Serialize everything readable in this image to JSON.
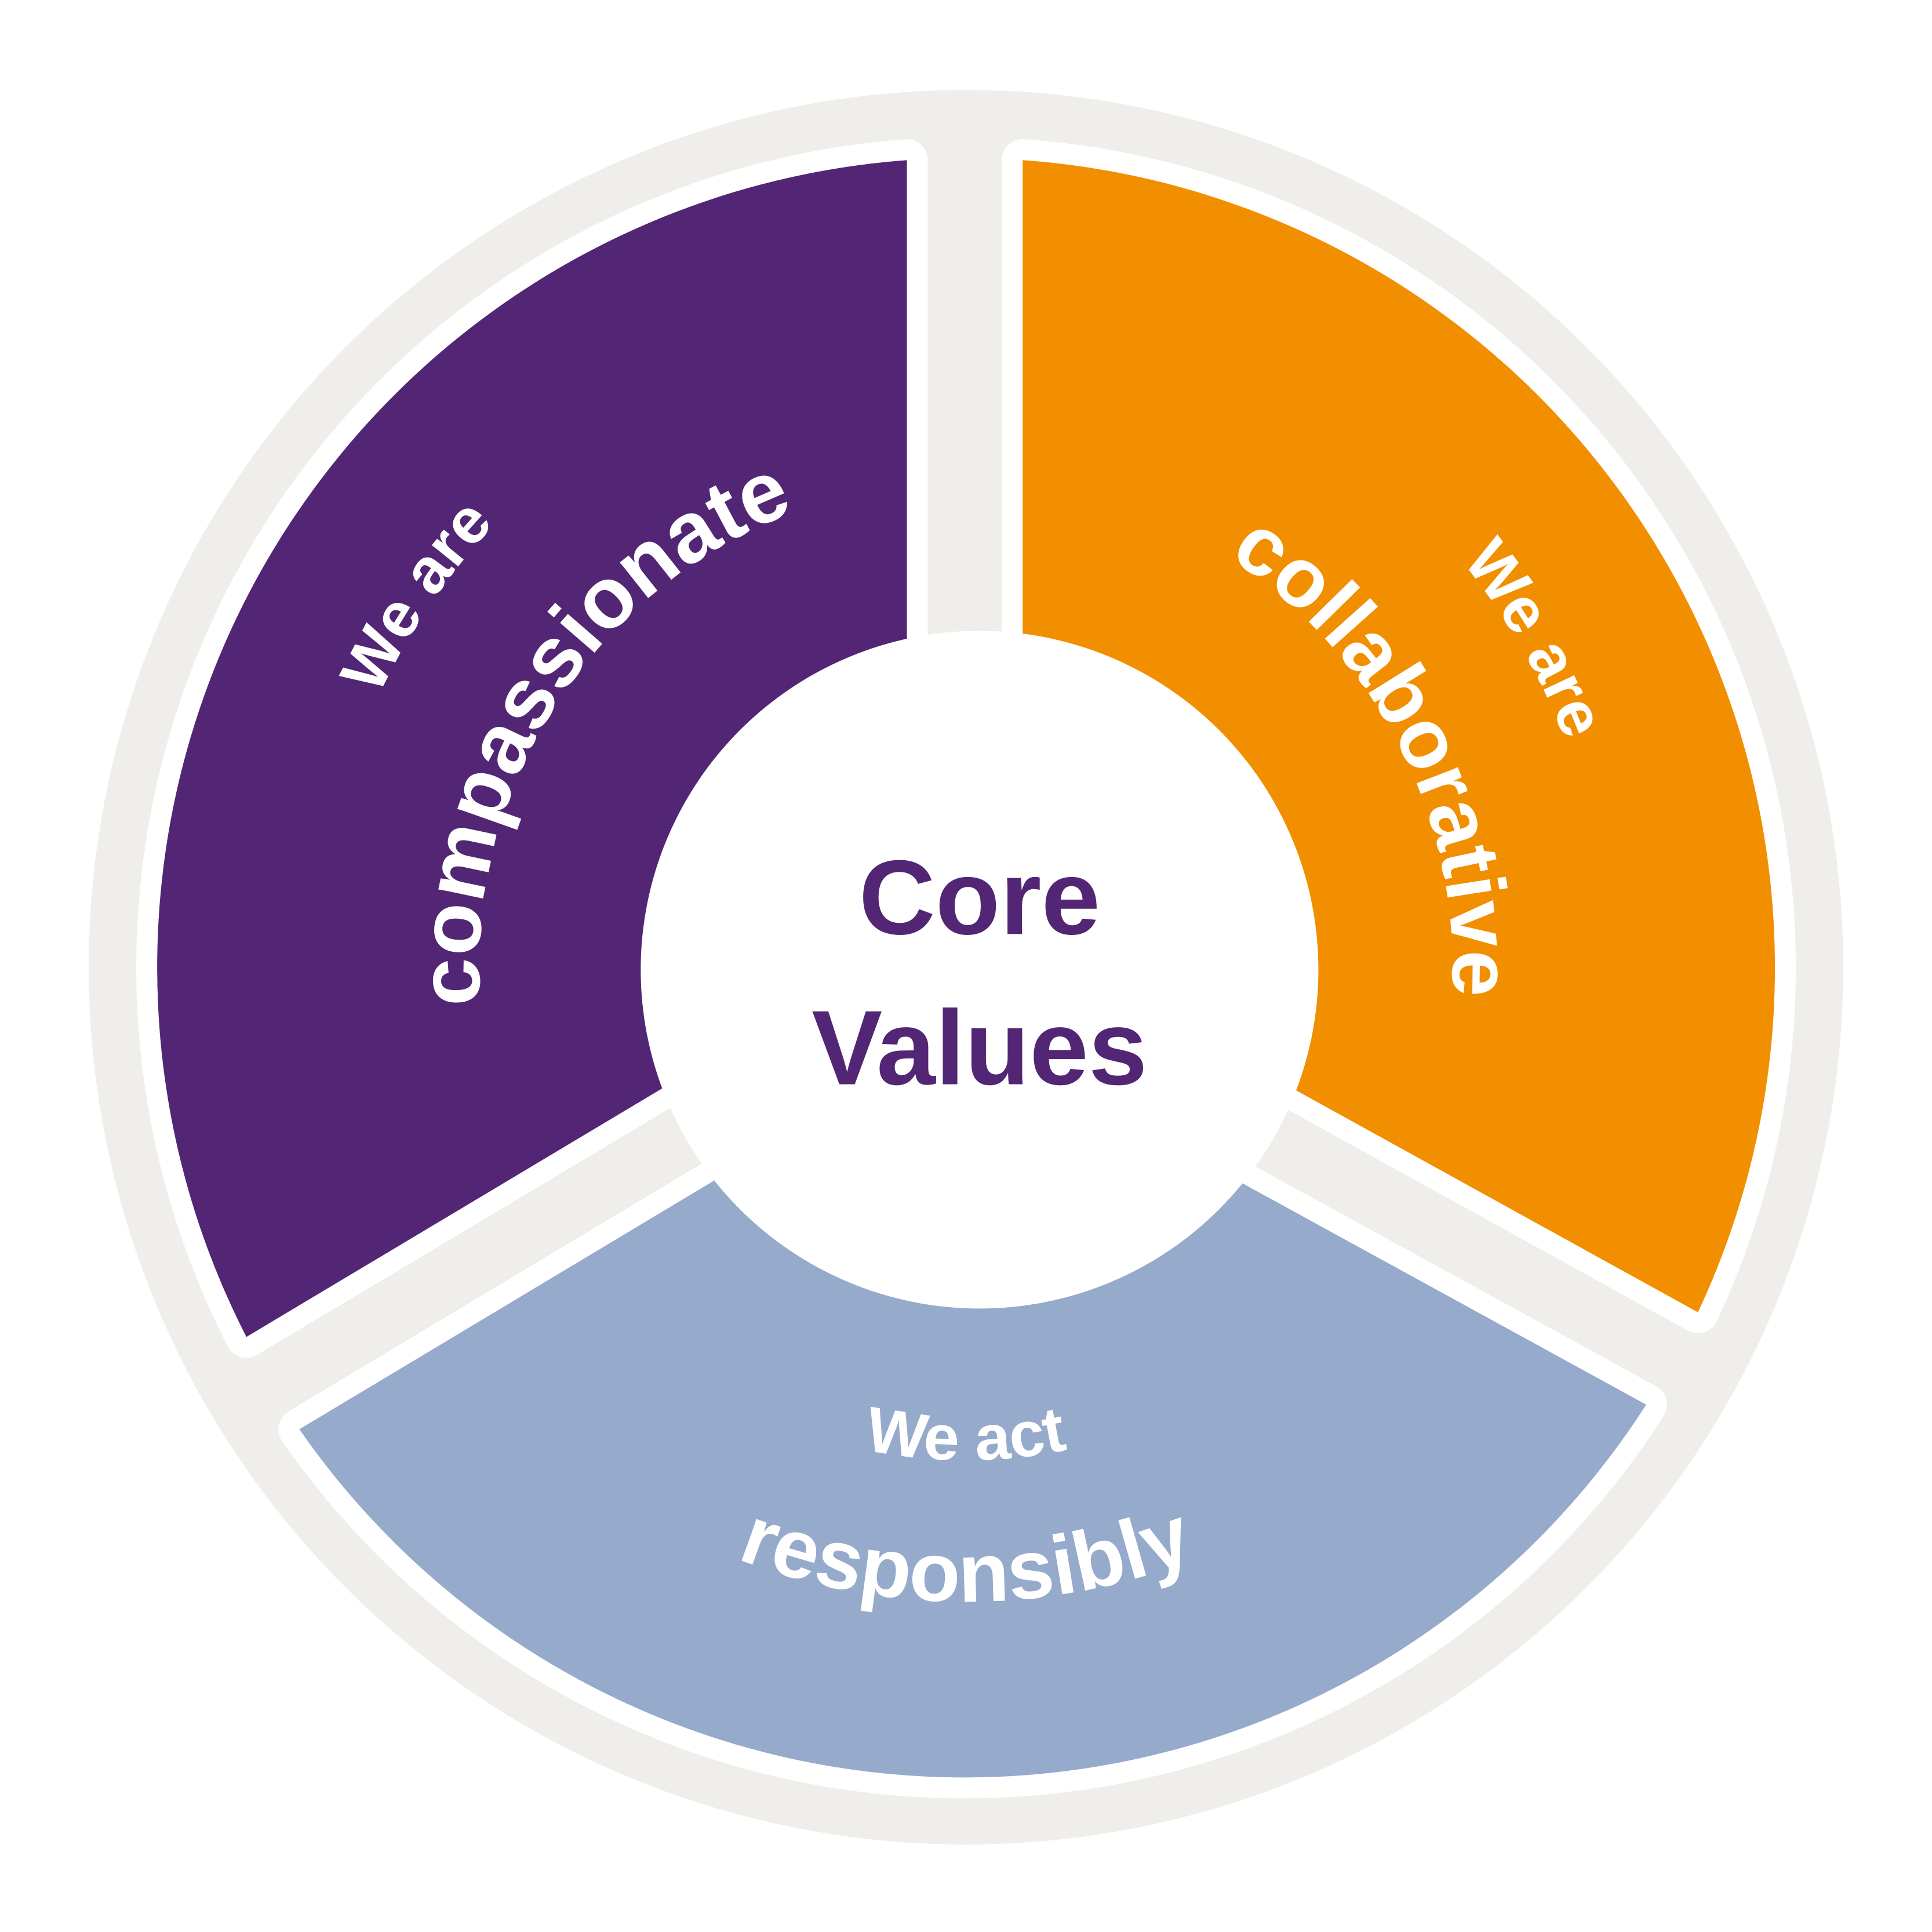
{
  "diagram": {
    "center": {
      "line1": "Core",
      "line2": "Values"
    },
    "segments": [
      {
        "id": "compassionate",
        "prefix": "We are",
        "value": "compassionate",
        "color": "#522675"
      },
      {
        "id": "collaborative",
        "prefix": "We are",
        "value": "collaborative",
        "color": "#F18F01"
      },
      {
        "id": "responsibly",
        "prefix": "We act",
        "value": "responsibly",
        "color": "#96AACB"
      }
    ],
    "colors": {
      "ring": "#EFEEEA",
      "outline": "#FFFFFF",
      "center_fill": "#FFFFFF",
      "center_text": "#522675"
    }
  }
}
